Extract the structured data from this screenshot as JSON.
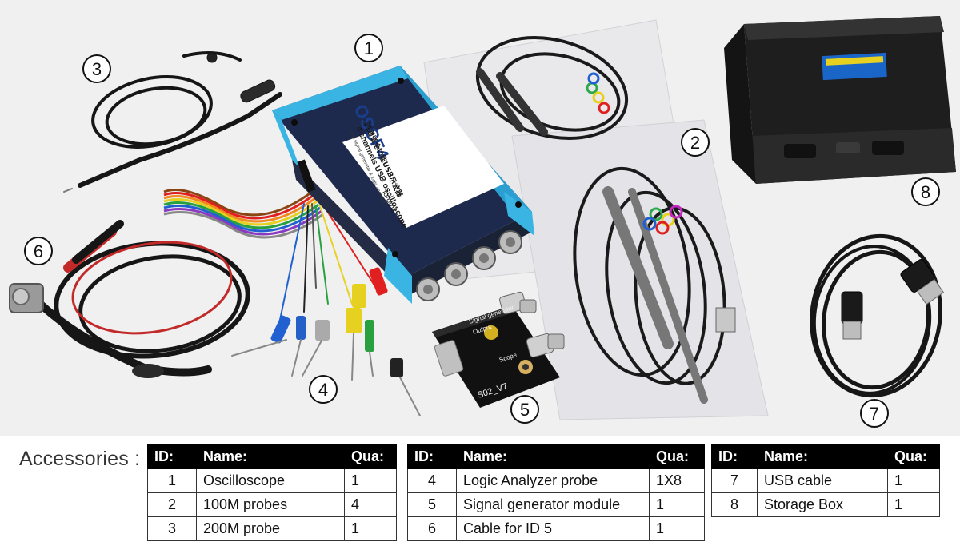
{
  "callouts": [
    "1",
    "2",
    "3",
    "4",
    "5",
    "6",
    "7",
    "8"
  ],
  "device": {
    "brand": "OSCF4",
    "line1": "四通道全功能USB示波器",
    "line2": "4 channels USB oscilloscope",
    "line3": "with signal generator & logic analyzer",
    "maker": "lotoms"
  },
  "signal_module": {
    "title": "Signal generator",
    "title2": "Output",
    "scope": "Scope",
    "model": "S02_V7"
  },
  "accessories_label": "Accessories :",
  "tables": [
    {
      "headers": [
        "ID:",
        "Name:",
        "Qua:"
      ],
      "rows": [
        [
          "1",
          "Oscilloscope",
          "1"
        ],
        [
          "2",
          "100M probes",
          "4"
        ],
        [
          "3",
          "200M probe",
          "1"
        ]
      ]
    },
    {
      "headers": [
        "ID:",
        "Name:",
        "Qua:"
      ],
      "rows": [
        [
          "4",
          "Logic Analyzer probe",
          "1X8"
        ],
        [
          "5",
          "Signal generator module",
          "1"
        ],
        [
          "6",
          "Cable for ID 5",
          "1"
        ]
      ]
    },
    {
      "headers": [
        "ID:",
        "Name:",
        "Qua:"
      ],
      "rows": [
        [
          "7",
          "USB cable",
          "1"
        ],
        [
          "8",
          "Storage Box",
          "1"
        ]
      ]
    }
  ],
  "colors": {
    "device_body": "#1d2a4e",
    "device_bumper": "#3ab4e3",
    "table_header": "#000000",
    "storage_box": "#1e1e1e",
    "box_label": "#1a66c8"
  }
}
